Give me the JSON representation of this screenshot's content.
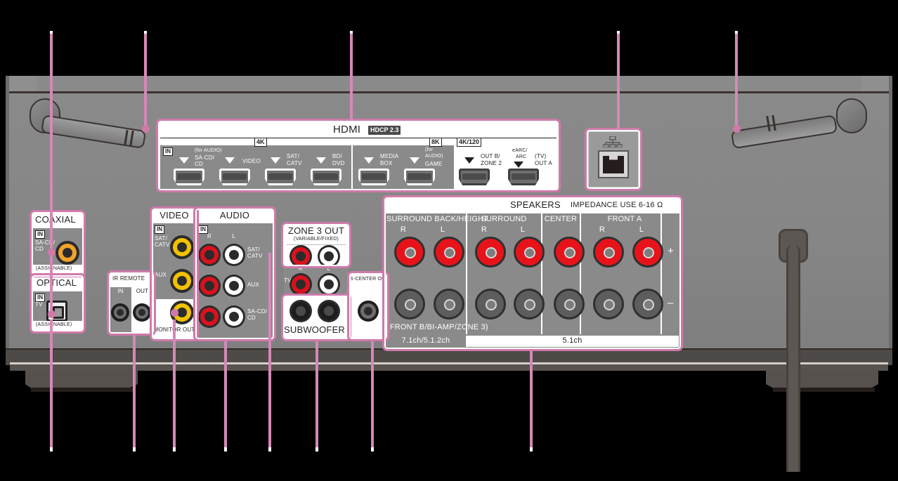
{
  "device": {
    "type": "av-receiver-rear-panel",
    "colors": {
      "chassis": "#868686",
      "highlight": "#cf7aab",
      "speaker_positive": "#e8131a",
      "speaker_negative": "#5d5d5d",
      "rca_video": "#f2c200",
      "rca_right": "#d9121d",
      "rca_left": "#ffffff",
      "coaxial": "#f0a32a",
      "subwoofer": "#2b2b2b"
    }
  },
  "hdmi": {
    "title": "HDMI",
    "hdcp_badge": "HDCP 2.3",
    "in_badge": "IN",
    "group_badges": {
      "left": "4K",
      "mid": "8K",
      "right": "4K/120"
    },
    "inputs": [
      {
        "arrow": "▼",
        "sub": "(for AUDIO)",
        "label": "SA-CD/\nCD",
        "label_line1": "SA-CD/",
        "label_line2": "CD"
      },
      {
        "arrow": "▼",
        "sub": "",
        "label": "VIDEO",
        "label_line1": "VIDEO",
        "label_line2": ""
      },
      {
        "arrow": "▼",
        "sub": "",
        "label": "SAT/\nCATV",
        "label_line1": "SAT/",
        "label_line2": "CATV"
      },
      {
        "arrow": "▼",
        "sub": "",
        "label": "BD/\nDVD",
        "label_line1": "BD/",
        "label_line2": "DVD"
      },
      {
        "arrow": "▼",
        "sub": "",
        "label": "MEDIA\nBOX",
        "label_line1": "MEDIA",
        "label_line2": "BOX"
      },
      {
        "arrow": "▼",
        "sub": "(for\nAUDIO)",
        "label": "GAME",
        "label_line1": "(for",
        "label_line2": "AUDIO)",
        "label_line3": "GAME"
      }
    ],
    "outputs": [
      {
        "arrow": "▼",
        "label_line1": "OUT B/",
        "label_line2": "ZONE 2"
      },
      {
        "arrow": "▼",
        "top_line1": "eARC/",
        "top_line2": "ARC",
        "label_line1": "(TV)",
        "label_line2": "OUT A"
      }
    ]
  },
  "lan": {
    "icon": "network-icon"
  },
  "coaxial": {
    "title": "COAXIAL",
    "in_badge": "IN",
    "label_line1": "SA-CD/",
    "label_line2": "CD",
    "assignable": "(ASSIGNABLE)"
  },
  "optical": {
    "title": "OPTICAL",
    "in_badge": "IN",
    "label": "TV",
    "assignable": "(ASSIGNABLE)"
  },
  "ir_remote": {
    "title": "IR REMOTE",
    "in_label": "IN",
    "out_label": "OUT"
  },
  "video": {
    "title": "VIDEO",
    "in_badge": "IN",
    "rows": [
      {
        "label_line1": "SAT/",
        "label_line2": "CATV"
      },
      {
        "label_line1": "AUX",
        "label_line2": ""
      }
    ],
    "monitor_out": "MONITOR OUT"
  },
  "audio": {
    "title": "AUDIO",
    "in_badge": "IN",
    "col_r": "R",
    "col_l": "L",
    "rows": [
      {
        "label_line1": "SAT/",
        "label_line2": "CATV"
      },
      {
        "label_line1": "AUX",
        "label_line2": ""
      },
      {
        "label_line1": "SA-CD/",
        "label_line2": "CD"
      }
    ]
  },
  "zone3": {
    "title": "ZONE 3 OUT",
    "subtitle": "(VARIABLE/FIXED)"
  },
  "tv_out": {
    "col_r": "R",
    "col_l": "L",
    "label": "TV"
  },
  "subwoofer": {
    "title": "SUBWOOFER OUT"
  },
  "s_center": {
    "title": "S-CENTER OUT"
  },
  "speakers": {
    "title": "SPEAKERS",
    "impedance": "IMPEDANCE USE  6-16 Ω",
    "plus": "+",
    "minus": "–",
    "groups": [
      {
        "name": "SURROUND BACK/HEIGHT",
        "channels": [
          "R",
          "L"
        ]
      },
      {
        "name": "SURROUND",
        "channels": [
          "R",
          "L"
        ]
      },
      {
        "name": "CENTER",
        "channels": [
          ""
        ]
      },
      {
        "name": "FRONT A",
        "channels": [
          "R",
          "L"
        ]
      }
    ],
    "front_b_note": "(FRONT B/BI-AMP/ZONE 3)",
    "footer_left": "7.1ch/5.1.2ch",
    "footer_right": "5.1ch"
  }
}
